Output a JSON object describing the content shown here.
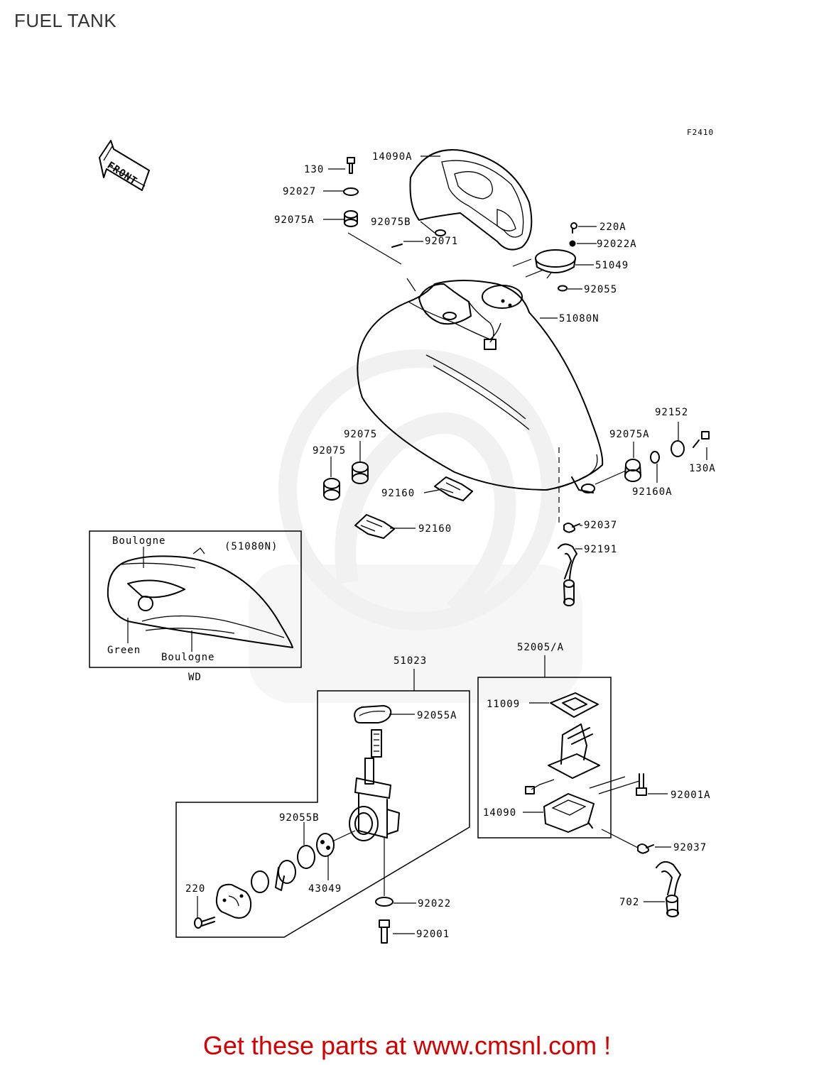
{
  "title": "FUEL TANK",
  "figure_code": "F2410",
  "front_label": "FRONT",
  "inset": {
    "model_label": "(51080N)",
    "footer_label": "WD",
    "color_top": "Boulogne",
    "color_left": "Green",
    "color_bottom": "Boulogne"
  },
  "parts": {
    "p_130": "130",
    "p_92027": "92027",
    "p_92075A_top": "92075A",
    "p_14090A": "14090A",
    "p_92075B": "92075B",
    "p_92071": "92071",
    "p_220A": "220A",
    "p_92022A": "92022A",
    "p_51049": "51049",
    "p_92055": "92055",
    "p_51080N": "51080N",
    "p_92152": "92152",
    "p_92075A_right": "92075A",
    "p_130A": "130A",
    "p_92160A": "92160A",
    "p_92075_a": "92075",
    "p_92075_b": "92075",
    "p_92160_a": "92160",
    "p_92160_b": "92160",
    "p_92037_top": "92037",
    "p_92191": "92191",
    "p_51023": "51023",
    "p_92055A": "92055A",
    "p_92055B": "92055B",
    "p_43049": "43049",
    "p_220": "220",
    "p_92022": "92022",
    "p_92001": "92001",
    "p_52005A": "52005/A",
    "p_11009": "11009",
    "p_92001A": "92001A",
    "p_14090": "14090",
    "p_92037_bottom": "92037",
    "p_702": "702"
  },
  "footer_text": "Get these parts at www.cmsnl.com !",
  "colors": {
    "footer": "#d40000",
    "line": "#000000",
    "watermark": "#e6e6e6"
  }
}
